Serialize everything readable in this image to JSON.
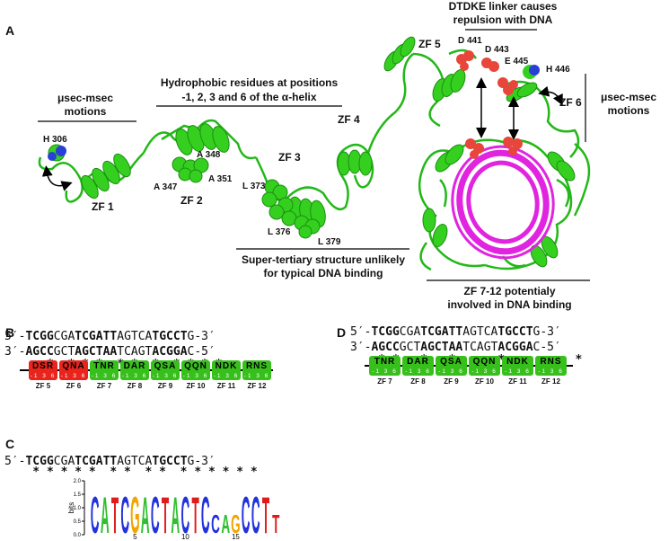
{
  "panels": {
    "a": "A",
    "b": "B",
    "c": "C",
    "d": "D"
  },
  "panel_a": {
    "top_labels": {
      "dtdke": "DTDKE linker causes\nrepulsion with DNA",
      "hydrophobic": "Hydrophobic residues at positions\n-1, 2, 3 and 6 of the α-helix",
      "usec_left": "μsec-msec\nmotions",
      "usec_right": "μsec-msec\nmotions",
      "super_tertiary": "Super-tertiary structure unlikely\nfor typical DNA binding",
      "zf712": "ZF 7-12 potentialy\ninvolved in DNA binding"
    },
    "zf_labels": {
      "zf1": "ZF 1",
      "zf2": "ZF 2",
      "zf3": "ZF 3",
      "zf4": "ZF 4",
      "zf5": "ZF 5",
      "zf6": "ZF 6"
    },
    "residues": {
      "h306": "H 306",
      "a348": "A 348",
      "a347": "A 347",
      "a351": "A 351",
      "l373": "L 373",
      "l376": "L 376",
      "l379": "L 379",
      "d441": "D 441",
      "d443": "D 443",
      "e445": "E 445",
      "h446": "H 446"
    }
  },
  "sequence": {
    "top_prefix": "5′-",
    "top_tail": "-3′",
    "bottom_prefix": "3′-",
    "bottom_tail": "-5′",
    "top_parts": [
      [
        "TCGG",
        true
      ],
      [
        "CGA",
        false
      ],
      [
        "TCGATT",
        true
      ],
      [
        "AGTCA",
        false
      ],
      [
        "TGCCT",
        true
      ],
      [
        "G",
        false
      ]
    ],
    "bottom_parts": [
      [
        "AGCC",
        true
      ],
      [
        "GCT",
        false
      ],
      [
        "AGCTAA",
        true
      ],
      [
        "TCAGT",
        false
      ],
      [
        "ACGGA",
        true
      ],
      [
        "C",
        false
      ]
    ],
    "stars_b": "      *  * * *  * *  *  * * * *",
    "stars_c": "    * * * * *  * *  * *  * * * * * *",
    "stars_d": "    * *   *   *      *          *"
  },
  "zf_boxes_b": [
    {
      "aa": "DSR",
      "name": "ZF 5",
      "pos": "-1 3 6",
      "color": "#e8241c"
    },
    {
      "aa": "QNA",
      "name": "ZF 6",
      "pos": "-1 3 6",
      "color": "#e8241c"
    },
    {
      "aa": "TNR",
      "name": "ZF 7",
      "pos": "-1 3 6",
      "color": "#37c01c"
    },
    {
      "aa": "DAR",
      "name": "ZF 8",
      "pos": "-1 3 6",
      "color": "#37c01c"
    },
    {
      "aa": "QSA",
      "name": "ZF 9",
      "pos": "-1 3 6",
      "color": "#37c01c"
    },
    {
      "aa": "QQN",
      "name": "ZF 10",
      "pos": "-1 3 6",
      "color": "#37c01c"
    },
    {
      "aa": "NDK",
      "name": "ZF 11",
      "pos": "-1 3 6",
      "color": "#37c01c"
    },
    {
      "aa": "RNS",
      "name": "ZF 12",
      "pos": "-1 3 6",
      "color": "#37c01c"
    }
  ],
  "zf_boxes_d": [
    {
      "aa": "TNR",
      "name": "ZF 7",
      "pos": "-1 3 6",
      "color": "#37c01c"
    },
    {
      "aa": "DAR",
      "name": "ZF 8",
      "pos": "-1 3 6",
      "color": "#37c01c"
    },
    {
      "aa": "QSA",
      "name": "ZF 9",
      "pos": "-1 3 6",
      "color": "#37c01c"
    },
    {
      "aa": "QQN",
      "name": "ZF 10",
      "pos": "-1 3 6",
      "color": "#37c01c"
    },
    {
      "aa": "NDK",
      "name": "ZF 11",
      "pos": "-1 3 6",
      "color": "#37c01c"
    },
    {
      "aa": "RNS",
      "name": "ZF 12",
      "pos": "-1 3 6",
      "color": "#37c01c"
    }
  ],
  "logo": {
    "ylabel": "bits",
    "yticks": [
      "2.0",
      "1.5",
      "1.0",
      "0.5",
      "0.0"
    ],
    "xticks": [
      "5",
      "10",
      "15"
    ],
    "letters": "CATCGACTACTCCAGCCTT",
    "colors": {
      "A": "#2fbf2f",
      "C": "#2233dd",
      "G": "#f2a500",
      "T": "#e01b1b"
    }
  },
  "colors": {
    "protein": "#2ecc1a",
    "dna": "#e024e0",
    "red_zf": "#e8241c",
    "green_zf": "#37c01c"
  }
}
